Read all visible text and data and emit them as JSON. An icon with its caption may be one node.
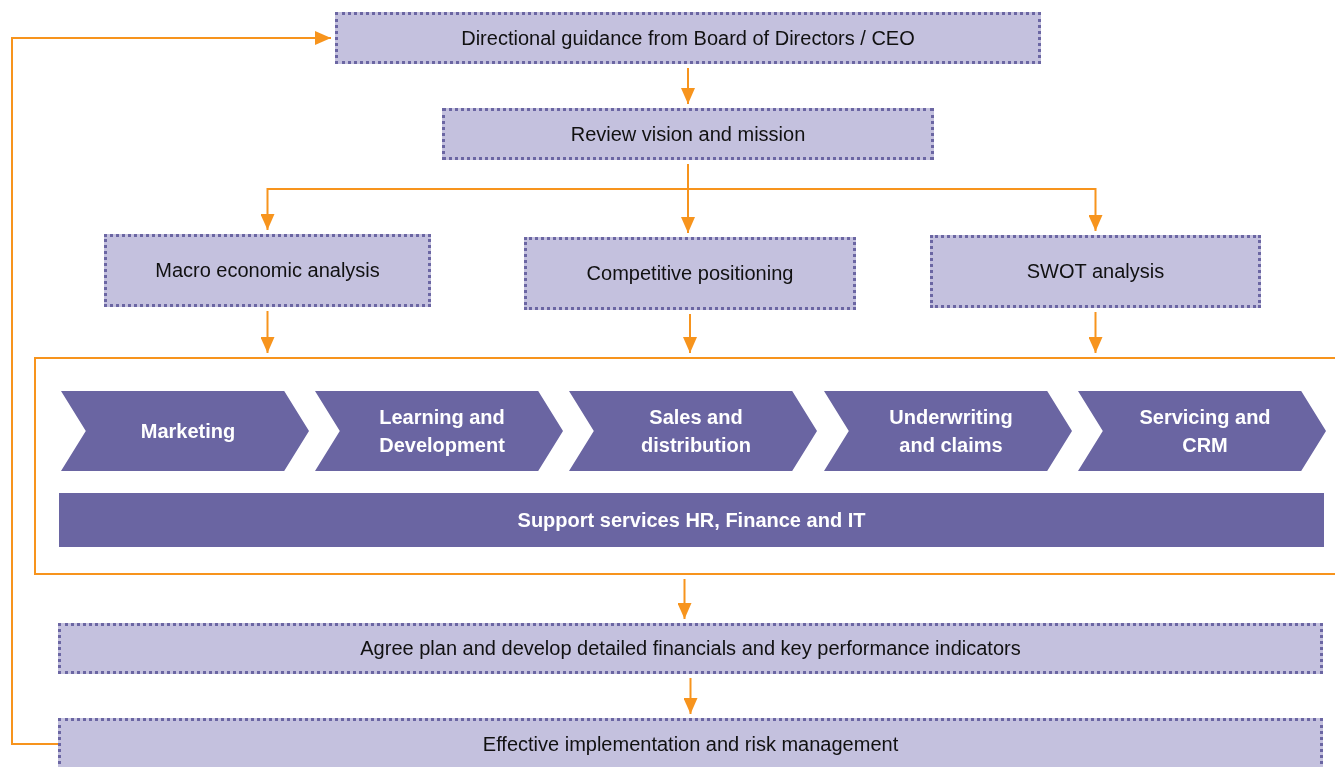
{
  "diagram": {
    "nodes": [
      {
        "text": [
          "Directional guidance from Board of Directors / CEO"
        ]
      },
      {
        "text": [
          "Review vision and mission"
        ]
      },
      {
        "text": [
          "Macro economic analysis"
        ]
      },
      {
        "text": [
          "Competitive positioning"
        ]
      },
      {
        "text": [
          "SWOT analysis"
        ]
      },
      {
        "text": [],
        "shape": "box"
      },
      {
        "text": [
          "Marketing"
        ],
        "in": 5
      },
      {
        "text": [
          "Learning and Development"
        ],
        "in": 5
      },
      {
        "text": [
          "Sales and distribution"
        ],
        "in": 5
      },
      {
        "text": [
          "Underwriting and claims"
        ],
        "in": 5
      },
      {
        "text": [
          "Servicing and CRM"
        ],
        "in": 5
      },
      {
        "text": [
          "Support services HR, Finance and IT"
        ],
        "in": 5
      },
      {
        "text": [
          "Agree plan and develop detailed financials and key performance indicators"
        ]
      },
      {
        "text": [
          "Effective implementation and risk management"
        ]
      }
    ],
    "edges": [
      {
        "from": 0,
        "to": 1,
        "arrow": "to"
      },
      {
        "from": 1,
        "to": 2,
        "arrow": "to"
      },
      {
        "from": 1,
        "to": 3,
        "arrow": "to"
      },
      {
        "from": 1,
        "to": 4,
        "arrow": "to"
      },
      {
        "from": 2,
        "to": 5,
        "arrow": "to"
      },
      {
        "from": 3,
        "to": 5,
        "arrow": "to"
      },
      {
        "from": 4,
        "to": 5,
        "arrow": "to"
      },
      {
        "from": 5,
        "to": 12,
        "arrow": "to"
      },
      {
        "from": 12,
        "to": 13,
        "arrow": "to"
      },
      {
        "from": 13,
        "to": 0,
        "arrow": "to"
      }
    ]
  }
}
